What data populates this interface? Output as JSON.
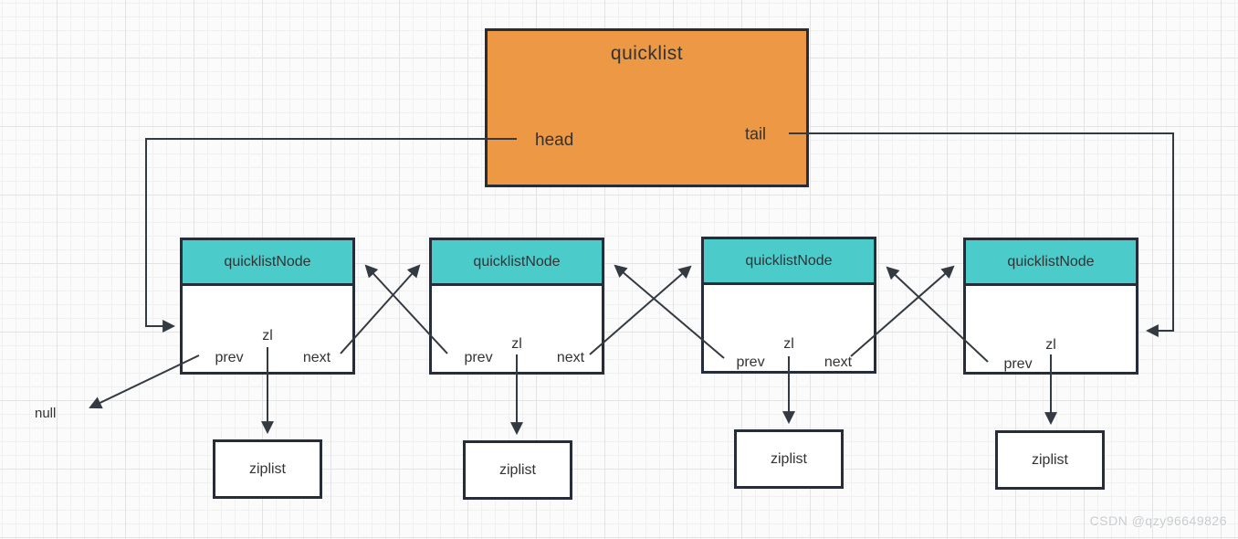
{
  "quicklist": {
    "title": "quicklist",
    "head": "head",
    "tail": "tail"
  },
  "nodes": [
    {
      "title": "quicklistNode",
      "prev": "prev",
      "zl": "zl",
      "next": "next"
    },
    {
      "title": "quicklistNode",
      "prev": "prev",
      "zl": "zl",
      "next": "next"
    },
    {
      "title": "quicklistNode",
      "prev": "prev",
      "zl": "zl",
      "next": "next"
    },
    {
      "title": "quicklistNode",
      "prev": "prev",
      "zl": "zl"
    }
  ],
  "ziplists": [
    {
      "label": "ziplist"
    },
    {
      "label": "ziplist"
    },
    {
      "label": "ziplist"
    },
    {
      "label": "ziplist"
    }
  ],
  "null_label": "null",
  "watermark": "CSDN @qzy96649826",
  "colors": {
    "quicklist_fill": "#EC9845",
    "node_header_fill": "#4CCBCB",
    "box_border": "#262D38",
    "arrow": "#343A42",
    "text": "#333333"
  }
}
